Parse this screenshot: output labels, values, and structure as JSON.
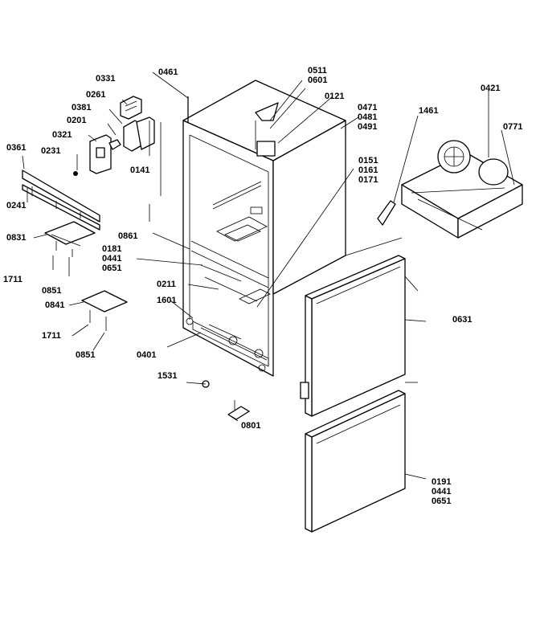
{
  "diagram": {
    "labels": {
      "l0331": "0331",
      "l0261": "0261",
      "l0381": "0381",
      "l0201": "0201",
      "l0321": "0321",
      "l0231": "0231",
      "l0361": "0361",
      "l0141": "0141",
      "l0241": "0241",
      "l0831": "0831",
      "l1711a": "1711",
      "l0851a": "0851",
      "l0841": "0841",
      "l1711b": "1711",
      "l0851b": "0851",
      "l0461": "0461",
      "l0511": "0511",
      "l0601": "0601",
      "l0121": "0121",
      "l0471": "0471",
      "l0481": "0481",
      "l0491": "0491",
      "l1461": "1461",
      "l0421": "0421",
      "l0771": "0771",
      "l0151": "0151",
      "l0161": "0161",
      "l0171": "0171",
      "l0861": "0861",
      "l0181": "0181",
      "l0441a": "0441",
      "l0651a": "0651",
      "l0211": "0211",
      "l1601": "1601",
      "l0401": "0401",
      "l1531": "1531",
      "l0631": "0631",
      "l0801": "0801",
      "l0191": "0191",
      "l0441b": "0441",
      "l0651b": "0651"
    }
  }
}
